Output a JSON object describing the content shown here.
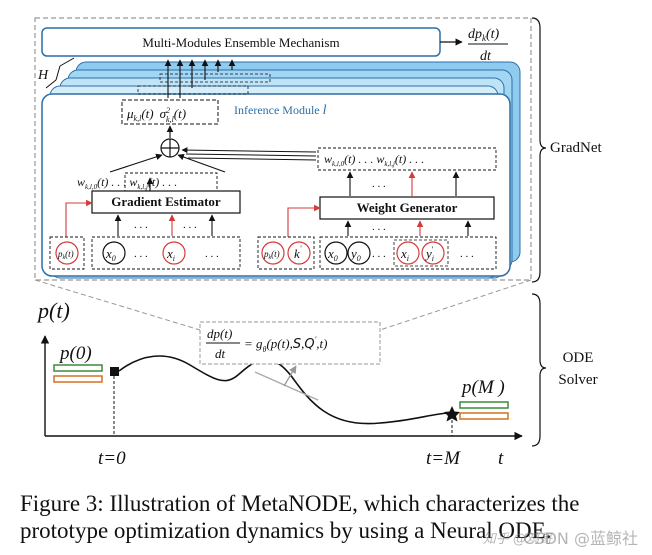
{
  "colors": {
    "module_blue": "#bfe3f7",
    "module_blue_dark": "#8fcbee",
    "module_border": "#2d6fa8",
    "red": "#d33b3b",
    "inference_text": "#2d6fa8",
    "bar_green": "#3c8c3c",
    "bar_orange": "#d6701e"
  },
  "gradnet": {
    "ensemble_label": "Multi-Modules Ensemble Mechanism",
    "output_num": "dp",
    "output_sub": "k",
    "output_arg": "(t)",
    "output_den": "dt",
    "h_label": "H",
    "inference_label": "Inference  Module  ",
    "inference_l": "l",
    "mu_sigma": "μ",
    "mu_sub": "k,l",
    "mu_arg": "(t)",
    "sigma": "σ",
    "sigma_sup": "2",
    "sigma_sub": "k,l",
    "sigma_arg": "(t)",
    "w_left": "w",
    "w_left_sub0": "k,l,0",
    "w_left_mid": "(t) . . . w",
    "w_left_subl": "k,l,j",
    "w_left_tail": "(t) . . .",
    "w_right": "w",
    "w_right_sub0": "k,l,0",
    "w_right_mid": "(t) . . .   w",
    "w_right_subl": "k,l,j",
    "w_right_tail": "(t) . . .",
    "gradient_estimator": "Gradient Estimator",
    "weight_generator": "Weight Generator",
    "dots": ". . .",
    "pk": "p",
    "pk_sub": "k",
    "pk_arg": "(t)",
    "x0": "x",
    "x0_sub": "0",
    "xi": "x",
    "xi_sub": "i",
    "k_prime": "k",
    "y0": "y",
    "y0_sub": "0",
    "yi": "y",
    "yi_sub": "i",
    "section_label": "GradNet"
  },
  "ode": {
    "y_axis_label": "p(t)",
    "p0_label": "p(0)",
    "pM_label": "p(M )",
    "equation_lhs_num": "dp(t)",
    "equation_lhs_den": "dt",
    "equation_rhs": "= g",
    "equation_theta": "θ",
    "equation_g": "g",
    "equation_args": "(p(t),",
    "equation_S": "S",
    "equation_Q": "Q",
    "equation_tail": ",t)",
    "t0_label": "t=0",
    "tM_label": "t=M",
    "t_axis_label": "t",
    "section_label_line1": "ODE",
    "section_label_line2": "Solver"
  },
  "caption": {
    "text": "Figure 3: Illustration of MetaNODE, which characterizes the prototype optimization dynamics by using a Neural ODE."
  },
  "watermark": {
    "logo_text": "知乎 @鸡哥",
    "text": "CSDN @蓝鲸社"
  }
}
